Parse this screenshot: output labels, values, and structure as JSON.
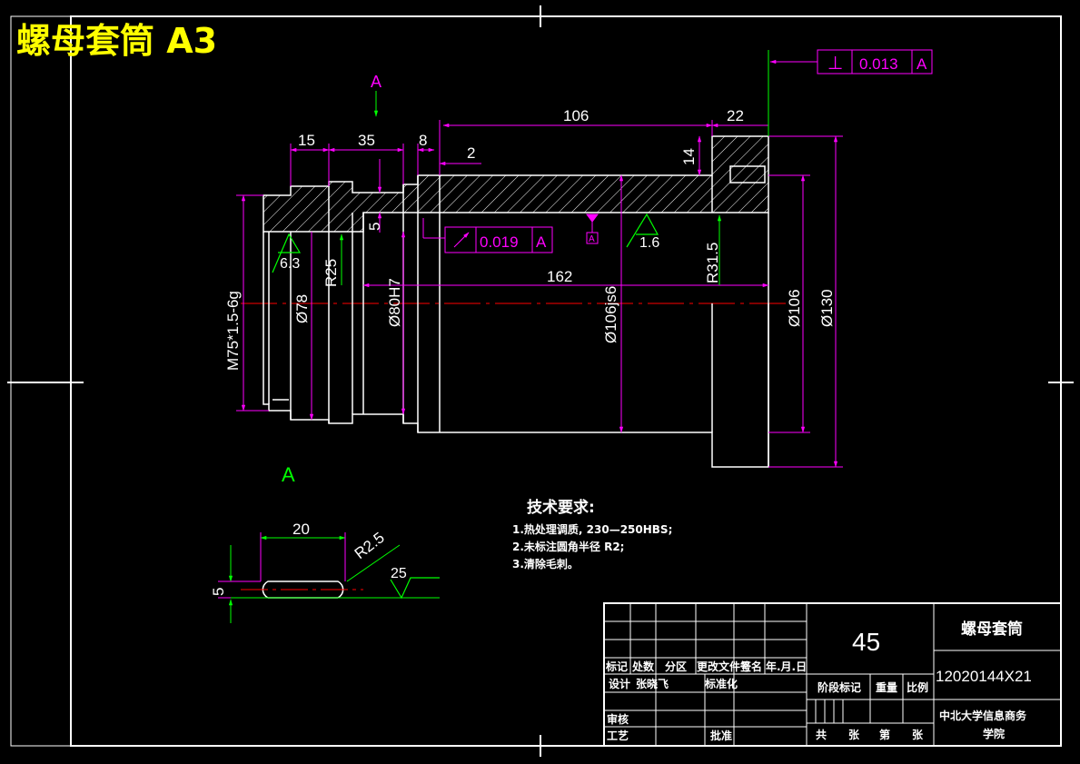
{
  "title": {
    "text": "螺母套筒 A3"
  },
  "section_marks": {
    "top": "A",
    "bottom": "A"
  },
  "dimensions": {
    "d15": "15",
    "d35": "35",
    "d8": "8",
    "d2": "2",
    "d106": "106",
    "d22": "22",
    "d14": "14",
    "d5": "5",
    "d162": "162",
    "thread": "M75*1.5-6g",
    "dia78": "Ø78",
    "r25": "R25",
    "dia80": "Ø80H7",
    "dia106js6": "Ø106js6",
    "r315": "R31.5",
    "dia106": "Ø106",
    "dia130": "Ø130"
  },
  "roughness": {
    "r63": "6.3",
    "r16": "1.6",
    "r25": "25"
  },
  "tolerances": {
    "perp": {
      "symbol": "⊥",
      "value": "0.013",
      "datum": "A"
    },
    "runout": {
      "value": "0.019",
      "datum": "A"
    },
    "datum_label": "A"
  },
  "detail": {
    "d20": "20",
    "r25": "R2.5",
    "d5": "5"
  },
  "requirements": {
    "heading": "技术要求:",
    "items": [
      "1.热处理调质, 230—250HBS;",
      "2.未标注圆角半径 R2;",
      "3.清除毛刺。"
    ]
  },
  "title_block": {
    "part_name": "螺母套筒",
    "material": "45",
    "drawing_no": "12020144X21",
    "school": [
      "中北大学信息商务",
      "学院"
    ],
    "headers": [
      "标记",
      "处数",
      "分区",
      "更改文件号",
      "签名",
      "年.月.日"
    ],
    "design": "设计",
    "designer": "张晓飞",
    "standard": "标准化",
    "stage": "阶段标记",
    "weight": "重量",
    "scale": "比例",
    "review": "审核",
    "process": "工艺",
    "approve": "批准",
    "sheets": [
      "共",
      "张",
      "第",
      "张"
    ]
  },
  "colors": {
    "background": "#000000",
    "outline": "#ffffff",
    "dimension": "#ff00ff",
    "centerline": "#ff0000",
    "leader": "#00ff00",
    "title": "#ffff00"
  }
}
